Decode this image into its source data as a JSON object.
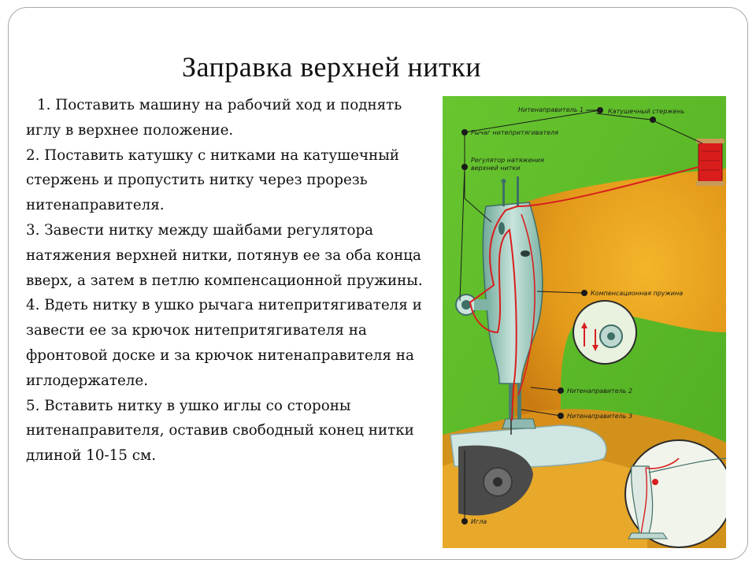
{
  "title": "Заправка верхней нитки",
  "steps": [
    "1. Поставить машину на рабочий ход и поднять иглу в верхнее положение.",
    "2. Поставить катушку с нитками на катушечный стержень и пропустить нитку через прорезь нитенаправителя.",
    "3. Завести нитку между шайбами регулятора натяжения верхней нитки, потянув ее за оба конца вверх, а затем в петлю компенсационной пружины.",
    "4. Вдеть нитку в ушко рычага нитепритягивателя и завести ее за крючок нитепритягивателя на фронтовой доске и за крючок нитенаправителя на иглодержателе.",
    "5. Вставить нитку в ушко иглы со стороны нитенаправителя, оставив свободный конец нитки длиной 10-15 см."
  ],
  "illustration": {
    "labels": {
      "thread_guide_1": "Нитенаправитель 1",
      "spool_pin": "Катушечный стержень",
      "take_up_lever": "Рычаг нитепритягивателя",
      "tension_regulator_line1": "Регулятор натяжения",
      "tension_regulator_line2": "верхней нитки",
      "compensation_spring": "Компенсационная пружина",
      "thread_guide_2": "Нитенаправитель 2",
      "thread_guide_3": "Нитенаправитель 3",
      "needle": "Игла"
    },
    "colors": {
      "background": "#5cbf2a",
      "machine_body": "#e3a01c",
      "thread": "#d81f1f",
      "metal": "#9fc7bd"
    }
  }
}
